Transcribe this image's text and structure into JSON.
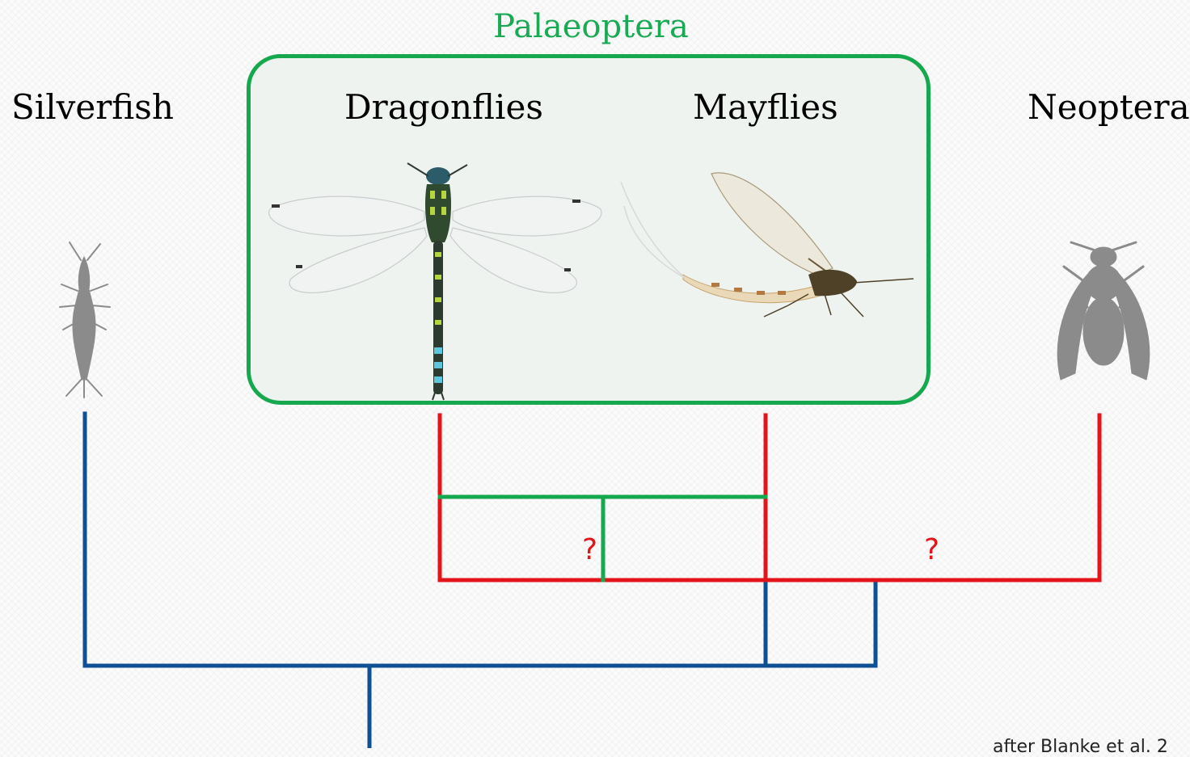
{
  "title": "Palaeoptera",
  "taxa": {
    "silverfish": "Silverfish",
    "dragonflies": "Dragonflies",
    "mayflies": "Mayflies",
    "neoptera": "Neoptera"
  },
  "uncertain_marks": [
    "?",
    "?"
  ],
  "citation": "after Blanke et al. 2",
  "colors": {
    "group": "#16a84e",
    "uncertain_branch": "#e4141b",
    "tree": "#0e4f96",
    "silhouette": "#8b8b8b"
  },
  "icons": [
    "silverfish-silhouette",
    "dragonfly-photo",
    "mayfly-photo",
    "wasp-silhouette"
  ]
}
